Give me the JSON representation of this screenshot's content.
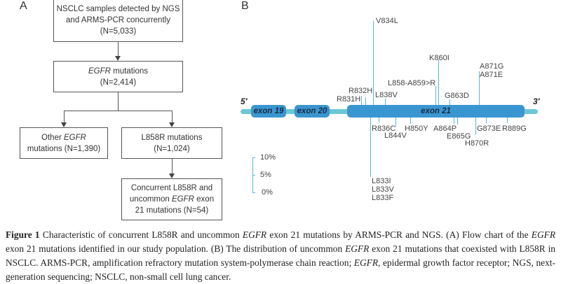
{
  "panel_a": {
    "label": "A",
    "box1": {
      "line1": "NSCLC samples detected by NGS",
      "line2": "and ARMS-PCR concurrently",
      "count": "(N=5,033)"
    },
    "box2": {
      "gene": "EGFR",
      "text": " mutations",
      "count": "(N=2,414)"
    },
    "box3": {
      "prefix": "Other ",
      "gene": "EGFR",
      "line2": "mutations (N=1,390)"
    },
    "box4": {
      "line1": "L858R mutations",
      "count": "(N=1,024)"
    },
    "box5": {
      "line1": "Concurrent L858R and",
      "prefix": "uncommon ",
      "gene": "EGFR",
      "suffix": " exon",
      "line3": "21 mutations (N=54)"
    }
  },
  "panel_b": {
    "label": "B",
    "five_prime": "5′",
    "three_prime": "3′",
    "exons": [
      "exon 19",
      "exon 20",
      "exon 21"
    ],
    "scale": {
      "ticks": [
        "10%",
        "5%",
        "0%"
      ],
      "max_percent": 10
    },
    "mutations_above": [
      {
        "name": "R831H",
        "percent": 2.6
      },
      {
        "name": "R832H",
        "percent": 2.2
      },
      {
        "name": "V834L",
        "percent": 24
      },
      {
        "name": "L838V",
        "percent": 1.8
      },
      {
        "name": "L858-A859>R",
        "percent": 5.4
      },
      {
        "name": "K860I",
        "percent": 13
      },
      {
        "name": "G863D",
        "percent": 1.6
      },
      {
        "name": "A871G",
        "percent": 9.6
      },
      {
        "name": "A871E",
        "percent": 9.6
      }
    ],
    "mutations_below": [
      {
        "name": "L833I",
        "percent": 17
      },
      {
        "name": "L833V",
        "percent": 17
      },
      {
        "name": "L833F",
        "percent": 17
      },
      {
        "name": "R836C",
        "percent": 1.4
      },
      {
        "name": "L844V",
        "percent": 2.6
      },
      {
        "name": "H850Y",
        "percent": 1.8
      },
      {
        "name": "A864P",
        "percent": 1.8
      },
      {
        "name": "E865G",
        "percent": 2
      },
      {
        "name": "H870R",
        "percent": 5
      },
      {
        "name": "G873E",
        "percent": 1.6
      },
      {
        "name": "R889G",
        "percent": 1.6
      }
    ]
  },
  "caption": {
    "fig": "Figure 1",
    "p1": " Characteristic of concurrent L858R and uncommon ",
    "g1": "EGFR",
    "p2": " exon 21 mutations by ARMS-PCR and NGS. (A) Flow chart of the ",
    "g2": "EGFR",
    "p3": " exon 21 mutations identified in our study population. (B) The distribution of uncommon ",
    "g3": "EGFR",
    "p4": " exon 21 mutations that coexisted with L858R in NSCLC. ARMS-PCR, amplification refractory mutation system-polymerase chain reaction; ",
    "g4": "EGFR",
    "p5": ", epidermal growth factor receptor; NGS, next-generation sequencing; NSCLC, non-small cell lung cancer."
  }
}
